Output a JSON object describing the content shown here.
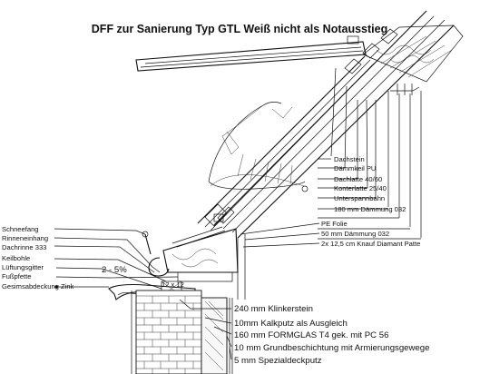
{
  "title": "DFF zur Sanierung Typ GTL Weiß nicht als Notausstieg",
  "labels_roof_right": [
    "Dachstein",
    "Dämmkeil PU",
    "Dachlatte 40/60",
    "Konterlatte 25/40",
    "Unterspannbahn",
    "180 mm Dämmung 032",
    "PE Folie",
    "50 mm Dämmung 032",
    "2x 12,5 cm Knauf Diamant Patte"
  ],
  "labels_eaves_left": [
    "Schneefang",
    "Rinneneinhang",
    "Dachrinne 333",
    "Keilbohle",
    "Lüftungsgitter",
    "Fußpfette",
    "Gesimsabdeckung Zink"
  ],
  "labels_wall_bottom": [
    "240 mm Klinkerstein",
    "10mm Kalkputz als Ausgleich",
    "160 mm FORMGLAS T4 gek. mit PC 56",
    "10 mm Grundbeschichtung mit Armierungsgewege",
    "5 mm Spezialdeckputz"
  ],
  "slope_label": "2 - 5%",
  "rafter_label": "12 x 12"
}
